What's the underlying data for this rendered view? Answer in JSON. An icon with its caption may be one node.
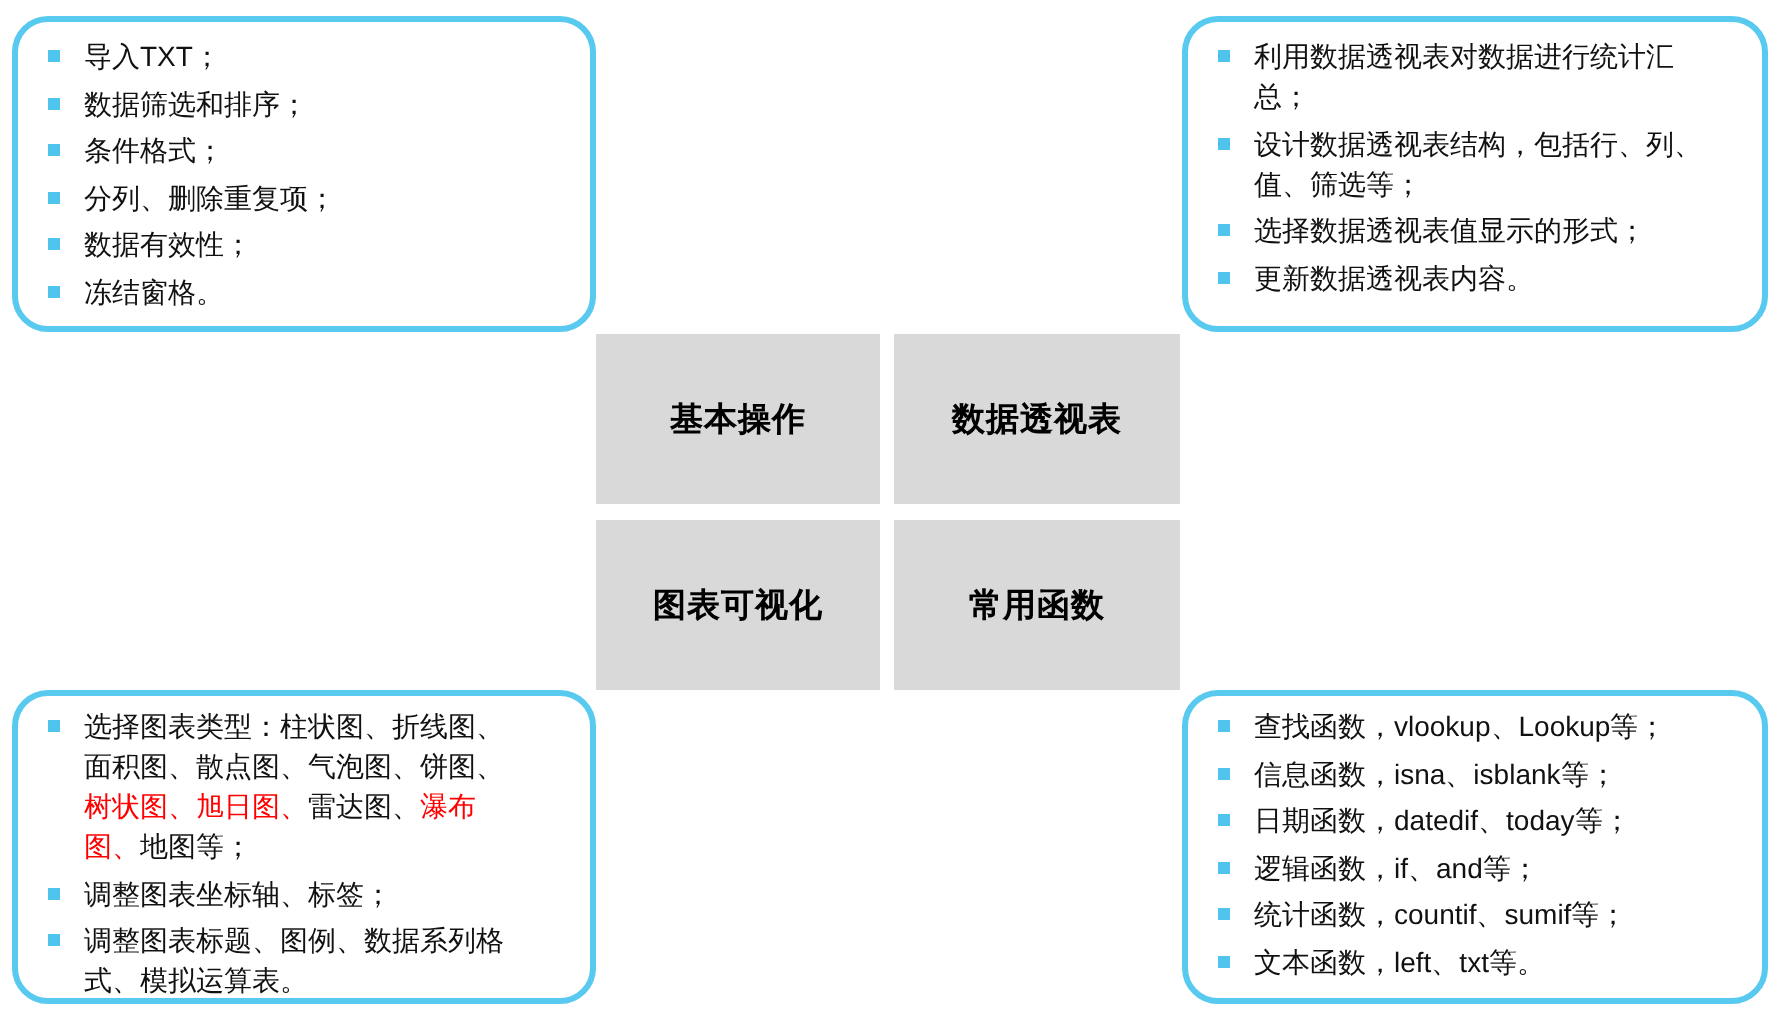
{
  "diagram": {
    "nodes": [
      {
        "text": [
          "导入TXT；",
          "数据筛选和排序；",
          "条件格式；",
          "分列、删除重复项；",
          "数据有效性；",
          "冻结窗格。"
        ]
      },
      {
        "text": [
          "利用数据透视表对数据进行统计汇总；",
          "设计数据透视表结构，包括行、列、值、筛选等；",
          "选择数据透视表值显示的形式；",
          "更新数据透视表内容。"
        ]
      },
      {
        "text": [
          "基本操作"
        ]
      },
      {
        "text": [
          "数据透视表"
        ]
      },
      {
        "text": [
          "图表可视化"
        ]
      },
      {
        "text": [
          "常用函数"
        ]
      },
      {
        "text": [
          "选择图表类型：柱状图、折线图、面积图、散点图、气泡图、饼图、树状图、旭日图、雷达图、瀑布图、地图等；",
          "调整图表坐标轴、标签；",
          "调整图表标题、图例、数据系列格式、模拟运算表。"
        ]
      },
      {
        "text": [
          "查找函数，vlookup、Lookup等；",
          "信息函数，isna、isblank等；",
          "日期函数，datedif、today等；",
          "逻辑函数，if、and等；",
          "统计函数，countif、sumif等；",
          "文本函数，left、txt等。"
        ]
      }
    ]
  }
}
